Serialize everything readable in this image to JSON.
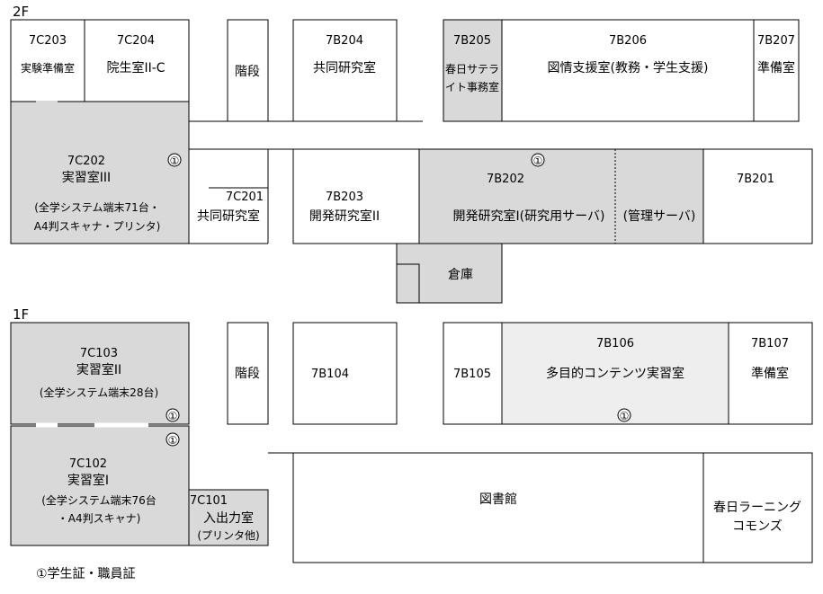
{
  "floors": {
    "f2": "2F",
    "f1": "1F"
  },
  "marker": "①",
  "legend": "①学生証・職員証",
  "rooms_2f": {
    "r7c203": {
      "code": "7C203",
      "name": "実験準備室"
    },
    "r7c204": {
      "code": "7C204",
      "name": "院生室II-C"
    },
    "stairs": {
      "name": "階段"
    },
    "r7b204": {
      "code": "7B204",
      "name": "共同研究室"
    },
    "r7b205": {
      "code": "7B205",
      "name_line1": "春日サテラ",
      "name_line2": "イト事務室"
    },
    "r7b206": {
      "code": "7B206",
      "name": "図情支援室(教務・学生支援)"
    },
    "r7b207": {
      "code": "7B207",
      "name": "準備室"
    },
    "r7c202": {
      "code": "7C202",
      "name": "実習室III",
      "detail_line1": "(全学システム端末71台・",
      "detail_line2": "A4判スキャナ・プリンタ)"
    },
    "r7c201": {
      "code": "7C201",
      "name": "共同研究室"
    },
    "r7b203": {
      "code": "7B203",
      "name": "開発研究室II"
    },
    "r7b202": {
      "code": "7B202",
      "name": "開発研究室I(研究用サーバ)",
      "sub": "(管理サーバ)"
    },
    "r7b201": {
      "code": "7B201"
    },
    "storage": {
      "name": "倉庫"
    }
  },
  "rooms_1f": {
    "r7c103": {
      "code": "7C103",
      "name": "実習室II",
      "detail": "(全学システム端末28台)"
    },
    "stairs": {
      "name": "階段"
    },
    "r7b104": {
      "code": "7B104"
    },
    "r7b105": {
      "code": "7B105"
    },
    "r7b106": {
      "code": "7B106",
      "name": "多目的コンテンツ実習室"
    },
    "r7b107": {
      "code": "7B107",
      "name": "準備室"
    },
    "r7c102": {
      "code": "7C102",
      "name": "実習室I",
      "detail_line1": "(全学システム端末76台",
      "detail_line2": "・A4判スキャナ)"
    },
    "r7c101": {
      "code": "7C101",
      "name": "入出力室",
      "detail": "(プリンタ他)"
    },
    "library": {
      "name": "図書館"
    },
    "commons": {
      "name_line1": "春日ラーニング",
      "name_line2": "コモンズ"
    }
  }
}
